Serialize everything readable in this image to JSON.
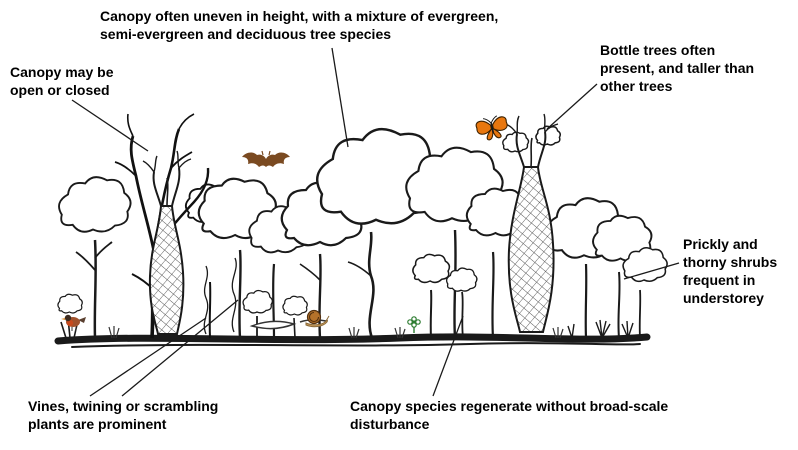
{
  "labels": {
    "canopy_uneven": "Canopy often uneven in height, with a mixture of evergreen,\nsemi-evergreen and deciduous tree species",
    "canopy_open": "Canopy may be\nopen or closed",
    "bottle_trees": "Bottle trees often\npresent, and taller than\nother trees",
    "prickly_shrubs": "Prickly and\nthorny shrubs\nfrequent in\nunderstorey",
    "vines": "Vines, twining or scrambling\nplants are prominent",
    "regeneration": "Canopy species regenerate without broad-scale\ndisturbance"
  },
  "icons": {
    "bat": "bat-icon",
    "butterfly": "butterfly-icon",
    "bird": "robin-icon",
    "snail": "snail-icon",
    "flower": "flower-icon"
  },
  "colors": {
    "ink": "#1a1a1a",
    "bat": "#7a4a21",
    "butterfly": "#e8770f",
    "butterfly_outline": "#3a2000",
    "bird_body": "#a0522d",
    "bird_breast": "#c84a1e",
    "bird_head": "#3d2b1f",
    "bird_tail": "#5a4030",
    "bird_beak": "#d98a2b",
    "snail_shell": "#b5722a",
    "snail_body": "#c89a5a",
    "snail_outline": "#52300f",
    "flower": "#2e7d32"
  }
}
